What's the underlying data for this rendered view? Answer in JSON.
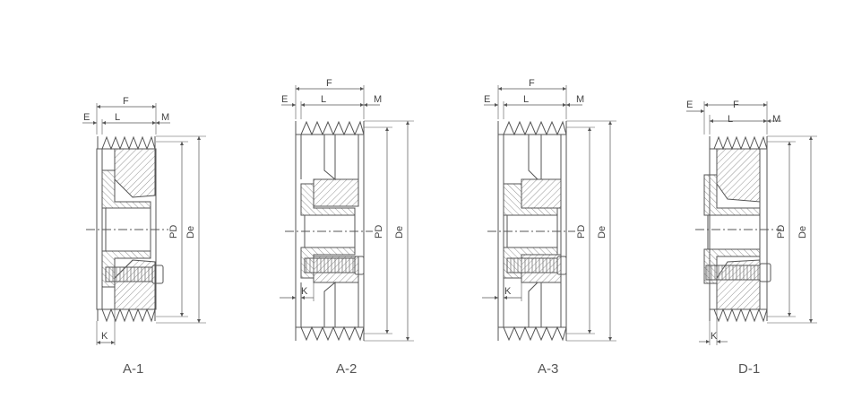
{
  "figures": [
    {
      "caption": "A-1",
      "labels": {
        "F": "F",
        "L": "L",
        "E": "E",
        "M": "M",
        "K": "K",
        "PD": "PD",
        "De": "De"
      }
    },
    {
      "caption": "A-2",
      "labels": {
        "F": "F",
        "L": "L",
        "E": "E",
        "M": "M",
        "K": "K",
        "PD": "PD",
        "De": "De"
      }
    },
    {
      "caption": "A-3",
      "labels": {
        "F": "F",
        "L": "L",
        "E": "E",
        "M": "M",
        "K": "K",
        "PD": "PD",
        "De": "De"
      }
    },
    {
      "caption": "D-1",
      "labels": {
        "F": "F",
        "L": "L",
        "E": "E",
        "M": "M",
        "K": "K",
        "PD": "PD",
        "De": "De"
      }
    }
  ],
  "colors": {
    "stroke": "#555555",
    "hatch": "#8a8a8a",
    "text": "#444444"
  }
}
